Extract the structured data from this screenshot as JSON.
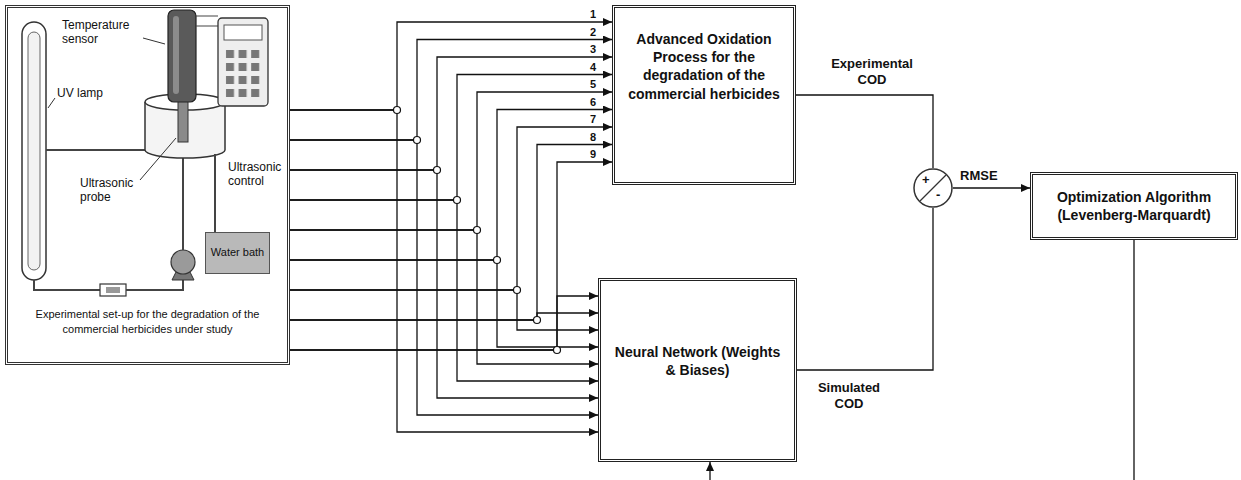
{
  "diagram": {
    "nodes": [
      {
        "text": [
          "Experimental set-up for the degradation of the commercial herbicides under study"
        ]
      },
      {
        "text": [
          "Water bath"
        ],
        "in": 0
      },
      {
        "text": [
          "Advanced Oxidation Process for the degradation of the commercial herbicides"
        ]
      },
      {
        "text": [
          "Neural Network (Weights & Biases)"
        ]
      },
      {
        "text": [
          "+",
          "-"
        ]
      },
      {
        "text": [
          "Optimization Algorithm (Levenberg-Marquardt)"
        ]
      }
    ],
    "edges": [
      {
        "from": 0,
        "to": 2,
        "arrow": "to"
      },
      {
        "from": 0,
        "to": 3,
        "arrow": "to"
      },
      {
        "from": 0,
        "to": 2,
        "arrow": "to"
      },
      {
        "from": 0,
        "to": 3,
        "arrow": "to"
      },
      {
        "from": 0,
        "to": 2,
        "arrow": "to"
      },
      {
        "from": 0,
        "to": 3,
        "arrow": "to"
      },
      {
        "from": 0,
        "to": 2,
        "arrow": "to"
      },
      {
        "from": 0,
        "to": 3,
        "arrow": "to"
      },
      {
        "from": 0,
        "to": 2,
        "arrow": "to"
      },
      {
        "from": 0,
        "to": 3,
        "arrow": "to"
      },
      {
        "from": 0,
        "to": 2,
        "arrow": "to"
      },
      {
        "from": 0,
        "to": 3,
        "arrow": "to"
      },
      {
        "from": 0,
        "to": 2,
        "arrow": "to"
      },
      {
        "from": 0,
        "to": 3,
        "arrow": "to"
      },
      {
        "from": 0,
        "to": 2,
        "arrow": "to"
      },
      {
        "from": 0,
        "to": 3,
        "arrow": "to"
      },
      {
        "from": 0,
        "to": 2,
        "arrow": "to"
      },
      {
        "from": 0,
        "to": 3,
        "arrow": "to"
      },
      {
        "from": 2,
        "to": 4,
        "label": "Experimental COD",
        "arrow": "none"
      },
      {
        "from": 3,
        "to": 4,
        "label": "Simulated COD",
        "arrow": "none"
      },
      {
        "from": 4,
        "to": 5,
        "label": "RMSE",
        "arrow": "to"
      },
      {
        "from": 5,
        "to": 3,
        "arrow": "to"
      }
    ],
    "labels": [
      "1",
      "2",
      "3",
      "4",
      "5",
      "6",
      "7",
      "8",
      "9",
      "Temperature sensor",
      "UV lamp",
      "Ultrasonic probe",
      "Ultrasonic control"
    ]
  }
}
